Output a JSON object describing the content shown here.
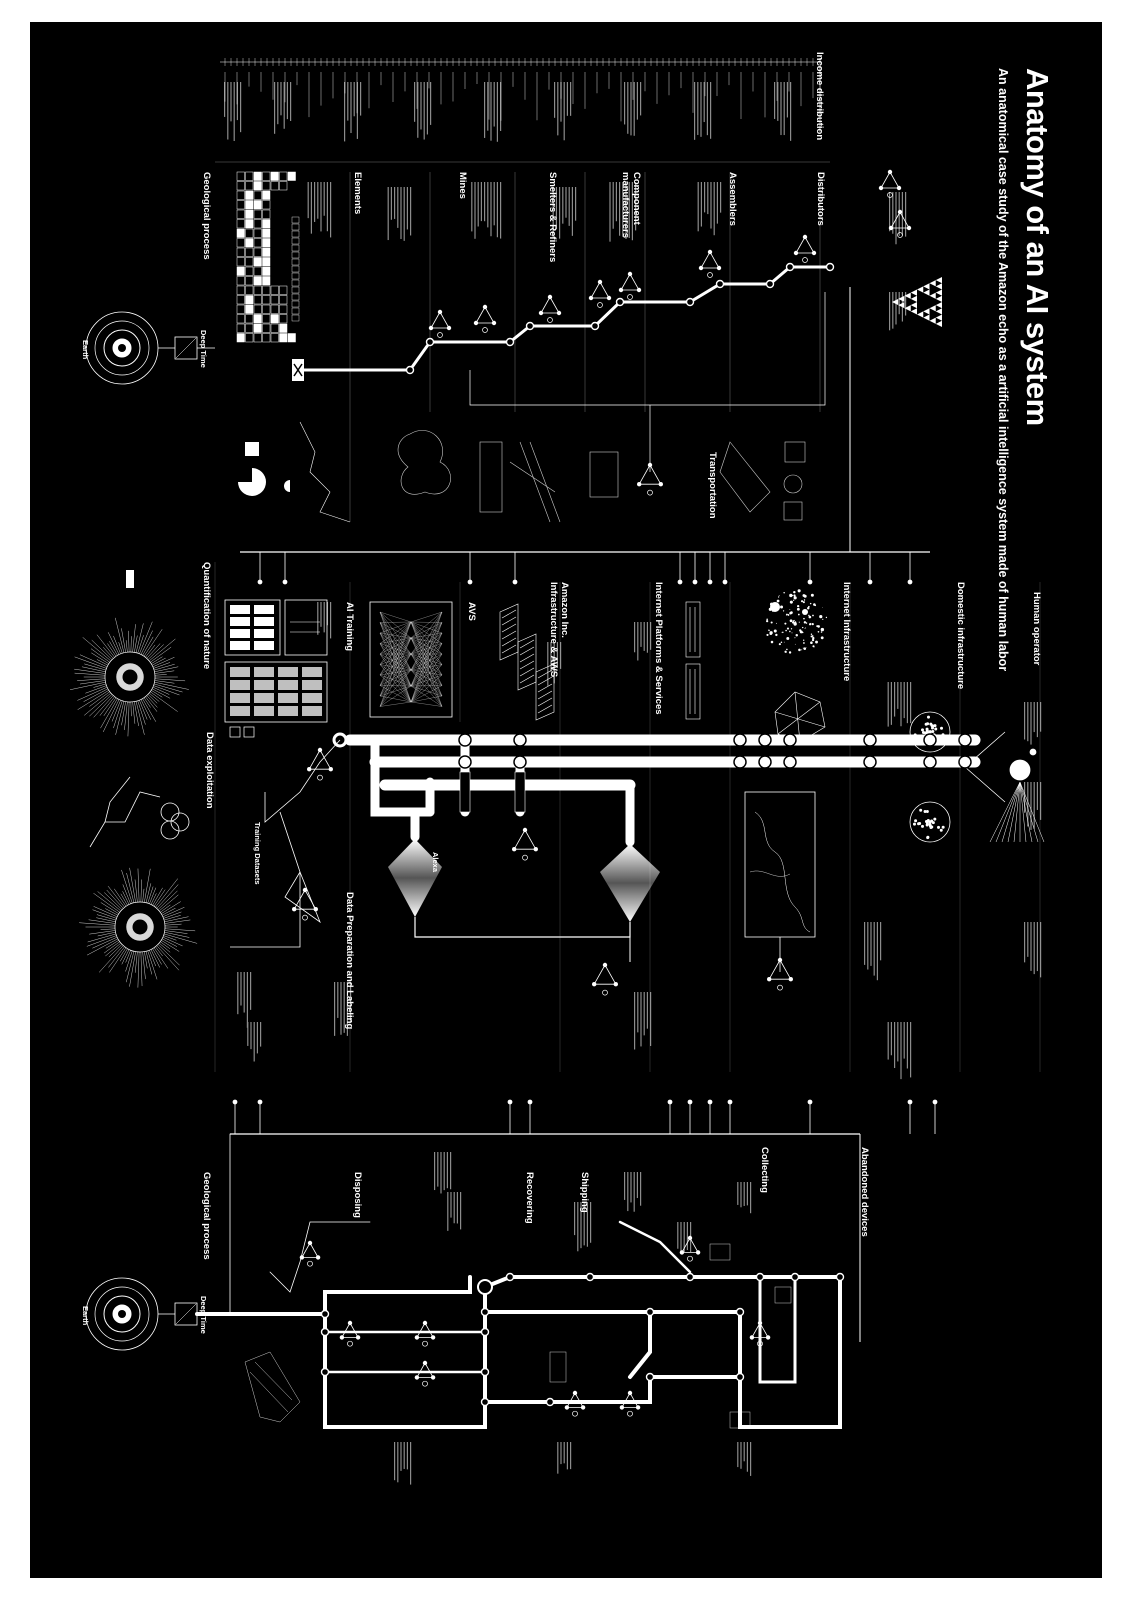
{
  "title": "Anatomy of an AI system",
  "subtitle": "An anatomical case study of the Amazon echo as a artificial intelligence system made of human labor",
  "sections": {
    "income_distribution": "Income distribution",
    "geological_process_top": "Geological process",
    "elements": "Elements",
    "mines": "Mines",
    "smelters_refiners": "Smelters & Refiners",
    "component_manufacturers": "Component manufacturers",
    "assemblers": "Assemblers",
    "distributors": "Distributors",
    "transportation": "Transportation",
    "quantification_of_nature": "Quantification of nature",
    "ai_training": "AI Training",
    "avs": "AVS",
    "amazon_infrastructure": "Amazon Inc. Infrastructure & AWS",
    "internet_platforms": "Internet Platforms & Services",
    "internet_infrastructure": "Internet Infrastructure",
    "domestic_infrastructure": "Domestic infrastructure",
    "human_operator": "Human operator",
    "data_exploitation": "Data exploitation",
    "data_preparation": "Data Preparation and Labeling",
    "geological_process_bottom": "Geological process",
    "disposing": "Disposing",
    "recovering": "Recovering",
    "shipping": "Shipping",
    "collecting": "Collecting",
    "abandoned_devices": "Abandoned devices"
  },
  "labels": {
    "earth_top": "Earth",
    "earth_bottom": "Earth",
    "deep_time_top": "Deep Time",
    "deep_time_bottom": "Deep Time",
    "training_datasets": "Training Datasets",
    "alexa": "Alexa"
  }
}
